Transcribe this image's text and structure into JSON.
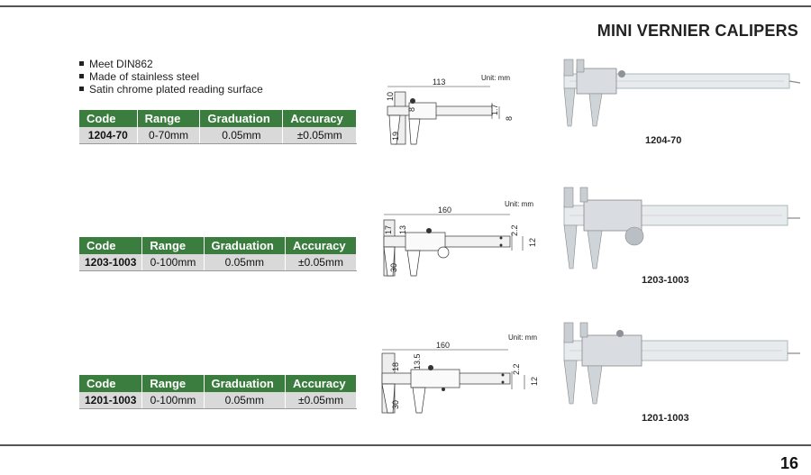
{
  "header": {
    "title": "MINI VERNIER CALIPERS"
  },
  "features": [
    "Meet DIN862",
    "Made of stainless steel",
    "Satin chrome plated reading surface"
  ],
  "table_headers": [
    "Code",
    "Range",
    "Graduation",
    "Accuracy"
  ],
  "products": [
    {
      "code": "1204-70",
      "range": "0-70mm",
      "graduation": "0.05mm",
      "accuracy": "±0.05mm",
      "unit": "Unit: mm",
      "dims": {
        "length": "113",
        "top_jaw": "10",
        "inner": "8",
        "bottom_jaw": "19",
        "thickness": "1.7",
        "width": "8"
      },
      "model_label": "1204-70"
    },
    {
      "code": "1203-1003",
      "range": "0-100mm",
      "graduation": "0.05mm",
      "accuracy": "±0.05mm",
      "unit": "Unit: mm",
      "dims": {
        "length": "160",
        "top_jaw": "17",
        "inner": "13",
        "bottom_jaw": "30",
        "thickness": "2.2",
        "width": "12"
      },
      "model_label": "1203-1003"
    },
    {
      "code": "1201-1003",
      "range": "0-100mm",
      "graduation": "0.05mm",
      "accuracy": "±0.05mm",
      "unit": "Unit: mm",
      "dims": {
        "length": "160",
        "top_jaw": "18",
        "inner": "13.5",
        "bottom_jaw": "30",
        "thickness": "2.2",
        "width": "12"
      },
      "model_label": "1201-1003"
    }
  ],
  "footer": {
    "page_number": "16"
  }
}
